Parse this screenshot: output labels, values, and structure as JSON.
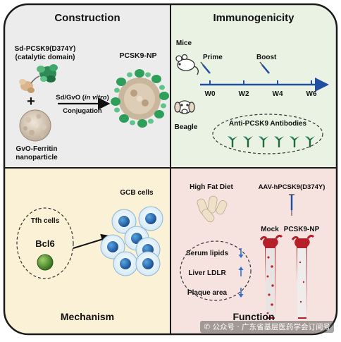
{
  "panels": {
    "construction": {
      "title": "Construction",
      "antigen_label_1": "Sd-PCSK9(D374Y)",
      "antigen_label_2": "(catalytic domain)",
      "plus": "+",
      "np_label_1": "GvO-Ferritin",
      "np_label_2": "nanoparticle",
      "arrow_label_pre": "Sd/GvO (",
      "arrow_label_italic": "in vitro",
      "arrow_label_post": ")",
      "arrow_label_bottom": "Conjugation",
      "product_label": "PCSK9-NP",
      "background": "#ececec"
    },
    "immunogenicity": {
      "title": "Immunogenicity",
      "mice_label": "Mice",
      "beagle_label": "Beagle",
      "prime_label": "Prime",
      "boost_label": "Boost",
      "weeks": [
        "W0",
        "W2",
        "W4",
        "W6"
      ],
      "antibodies_label": "Anti-PCSK9 Antibodies",
      "timeline_color": "#1f4fa3",
      "antibody_colors": [
        "#1e6b3a",
        "#2a9d8f"
      ],
      "background": "#eaf2e3"
    },
    "mechanism": {
      "title": "Mechanism",
      "tfh_label": "Tfh cells",
      "bcl6_label": "Bcl6",
      "gcb_label": "GCB cells",
      "background": "#fbf1d6"
    },
    "function": {
      "title": "Function",
      "hfd_label": "High Fat Diet",
      "aav_label": "AAV-hPCSK9(D374Y)",
      "mock_label": "Mock",
      "np_label": "PCSK9-NP",
      "readouts": [
        {
          "label": "Serum lipids",
          "direction": "down"
        },
        {
          "label": "Liver LDLR",
          "direction": "up"
        },
        {
          "label": "Plaque area",
          "direction": "down"
        }
      ],
      "arrow_color": "#2f6fd0",
      "background": "#f6e3df"
    }
  },
  "watermark": "公众号 · 广东省基层医药学会订阅号"
}
